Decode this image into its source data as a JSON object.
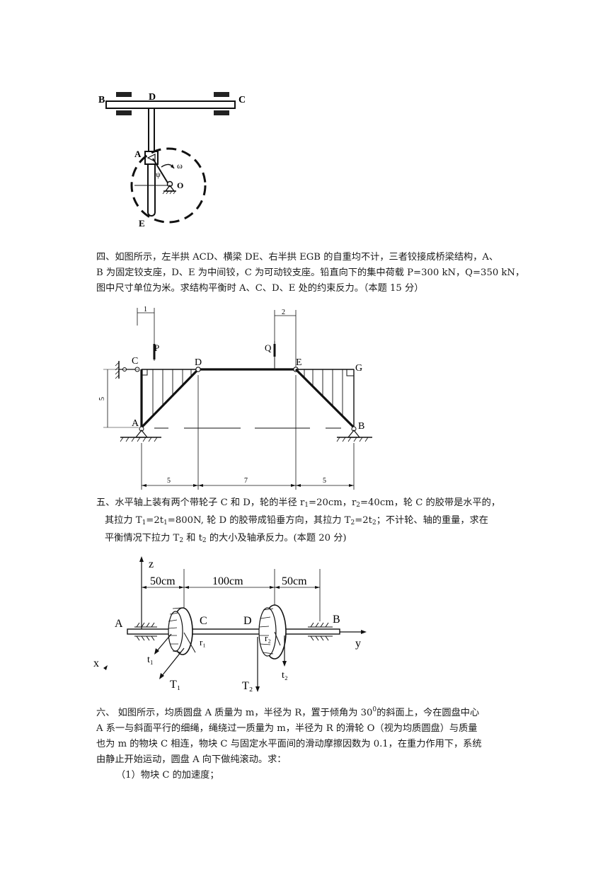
{
  "fig1": {
    "labels": {
      "B": "B",
      "D": "D",
      "C": "C",
      "A": "A",
      "omega": "ω",
      "psi": "ψ",
      "O": "O",
      "E": "E"
    }
  },
  "problem4": {
    "line1": "四、如图所示，左半拱 ACD、横梁 DE、右半拱 EGB 的自重均不计，三者铰接成桥梁结构，A、",
    "line2": "B 为固定铰支座，D、E 为中间铰，C 为可动铰支座。铅直向下的集中荷载 P=300 kN，Q=350 kN，",
    "line3": "图中尺寸单位为米。求结构平衡时 A、C、D、E 处的约束反力。（本题 15 分）"
  },
  "fig2": {
    "labels": {
      "C": "C",
      "P": "P",
      "D": "D",
      "Q": "Q",
      "E": "E",
      "G": "G",
      "A": "A",
      "B": "B"
    },
    "dims": {
      "top_left": "1",
      "top_right": "2",
      "height": "5",
      "bottom_left": "5",
      "bottom_mid": "7",
      "bottom_right": "5"
    }
  },
  "problem5": {
    "l1_a": "五、水平轴上装有两个带轮子 C 和 D，轮的半径 r",
    "l1_sub1": "1",
    "l1_b": "=20cm，r",
    "l1_sub2": "2",
    "l1_c": "=40cm，轮 C 的胶带是水平的，",
    "l2_a": "其拉力 T",
    "l2_sub1": "1",
    "l2_b": "=2t",
    "l2_sub2": "1",
    "l2_c": "=800N, 轮 D 的胶带成铅垂方向，其拉力 T",
    "l2_sub3": "2",
    "l2_d": "=2t",
    "l2_sub4": "2",
    "l2_e": "；不计轮、轴的重量，求在",
    "l3_a": "平衡情况下拉力 T",
    "l3_sub1": "2",
    "l3_b": " 和 t",
    "l3_sub2": "2",
    "l3_c": " 的大小及轴承反力。(本题 20 分)"
  },
  "fig3": {
    "labels": {
      "z": "z",
      "d1": "50cm",
      "d2": "100cm",
      "d3": "50cm",
      "A": "A",
      "C": "C",
      "D": "D",
      "B": "B",
      "y": "y",
      "x": "x",
      "r1": "r₁",
      "r2": "r₂",
      "t1": "t₁",
      "T1": "T₁",
      "T2": "T₂",
      "t2": "t₂"
    }
  },
  "problem6": {
    "l1_a": "六、 如图所示，均质圆盘 A 质量为 m，半径为 R，置于倾角为 30",
    "l1_sup": "0",
    "l1_b": "的斜面上，今在圆盘中心",
    "l2": "A 系一与斜面平行的细绳，绳绕过一质量为 m，半径为 R 的滑轮 O（视为均质圆盘）与质量",
    "l3": "也为 m 的物块 C 相连，物块 C 与固定水平面间的滑动摩擦因数为 0.1，在重力作用下，系统",
    "l4": "由静止开始运动，圆盘 A 向下做纯滚动。求：",
    "l5": "（1）物块 C 的加速度；"
  }
}
